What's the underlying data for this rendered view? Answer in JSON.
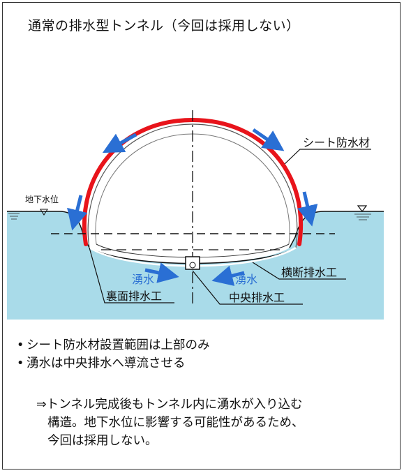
{
  "title": "通常の排水型トンネル（今回は採用しない）",
  "diagram": {
    "labels": {
      "sheet_waterproof": "シート防水材",
      "groundwater_level": "地下水位",
      "cross_drain": "横断排水工",
      "back_drain": "裏面排水工",
      "central_drain": "中央排水工",
      "spring_left": "湧水",
      "spring_right": "湧水"
    },
    "colors": {
      "water": "#a9dbe9",
      "sheet": "#e8141b",
      "arrow": "#2a6fd4",
      "line": "#111111",
      "spring_text": "#2a6fd4"
    }
  },
  "bullets": [
    "シート防水材設置範囲は上部のみ",
    "湧水は中央排水へ導流させる"
  ],
  "note": {
    "line1": "⇒トンネル完成後もトンネル内に湧水が入り込む",
    "line2": "構造。地下水位に影響する可能性があるため、",
    "line3": "今回は採用しない。"
  }
}
